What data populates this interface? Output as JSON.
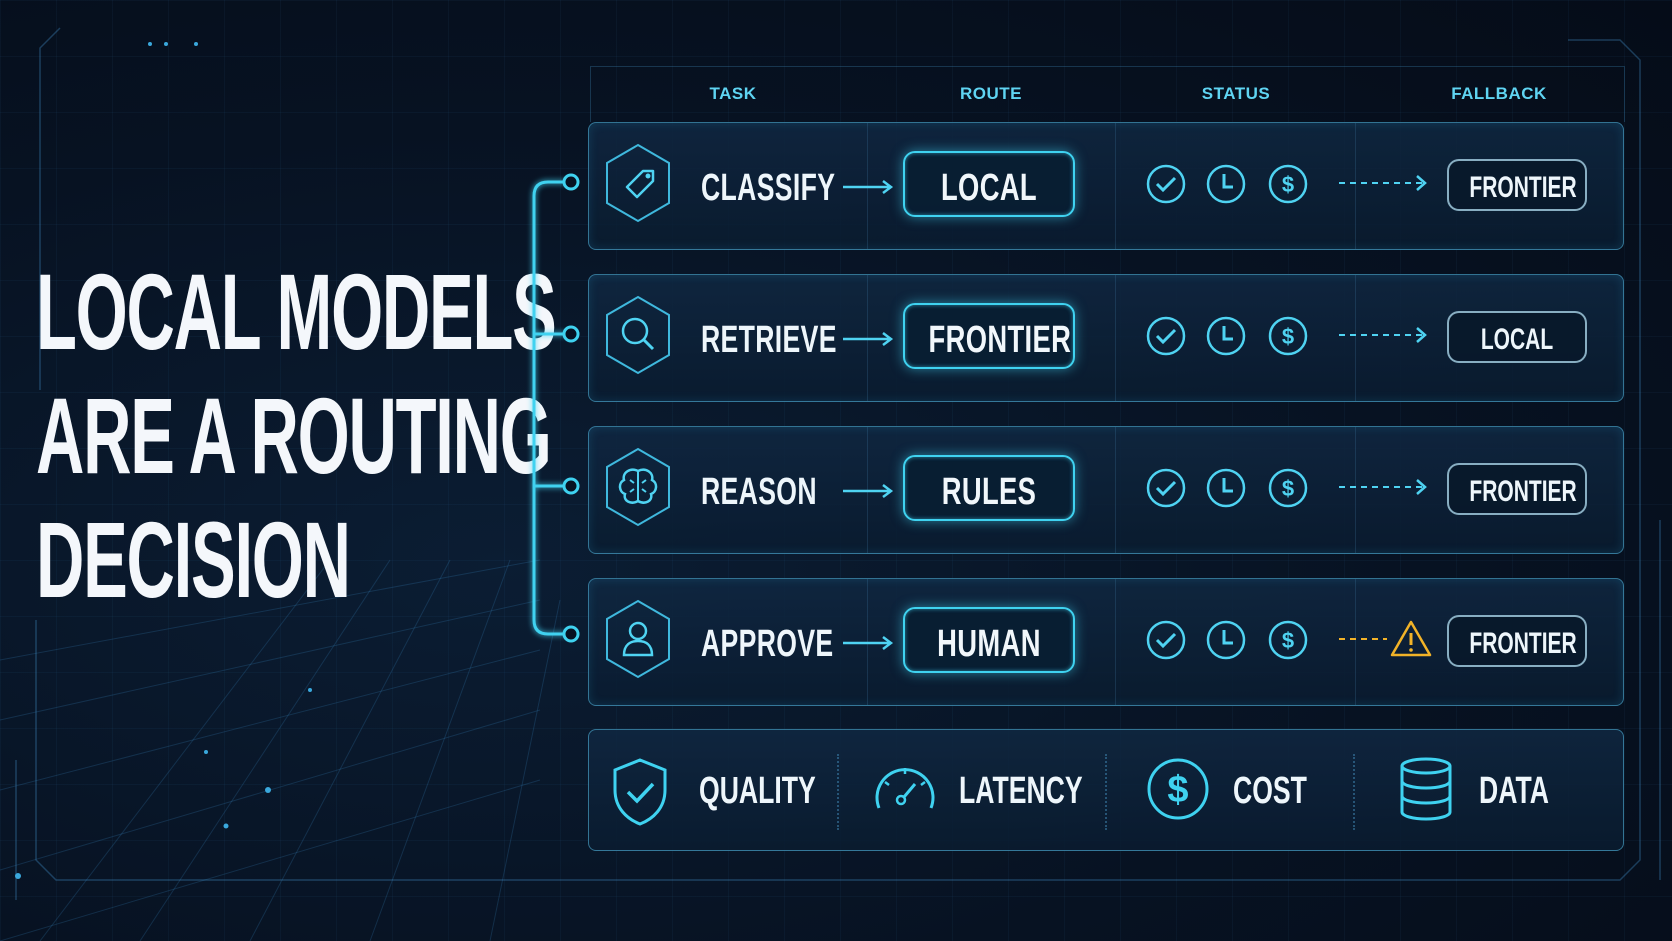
{
  "headline": {
    "line1": "LOCAL MODELS",
    "line2": "ARE A ROUTING",
    "line3": "DECISION"
  },
  "columns": {
    "task": "TASK",
    "route": "ROUTE",
    "status": "STATUS",
    "fallback": "FALLBACK"
  },
  "rows": [
    {
      "task": "CLASSIFY",
      "route": "LOCAL",
      "fallback": "FRONTIER",
      "icon": "tag-icon",
      "fallback_warning": false
    },
    {
      "task": "RETRIEVE",
      "route": "FRONTIER",
      "fallback": "LOCAL",
      "icon": "search-icon",
      "fallback_warning": false
    },
    {
      "task": "REASON",
      "route": "RULES",
      "fallback": "FRONTIER",
      "icon": "brain-icon",
      "fallback_warning": false
    },
    {
      "task": "APPROVE",
      "route": "HUMAN",
      "fallback": "FRONTIER",
      "icon": "person-icon",
      "fallback_warning": true
    }
  ],
  "status_icons": [
    "check-circle-icon",
    "clock-icon",
    "dollar-circle-icon"
  ],
  "metrics": [
    {
      "label": "QUALITY",
      "icon": "shield-check-icon"
    },
    {
      "label": "LATENCY",
      "icon": "speedometer-icon"
    },
    {
      "label": "COST",
      "icon": "dollar-circle-icon"
    },
    {
      "label": "DATA",
      "icon": "database-icon"
    }
  ],
  "colors": {
    "accent": "#3fd2f0",
    "warning": "#f2b328",
    "background": "#071222",
    "text": "#eef6fb"
  }
}
